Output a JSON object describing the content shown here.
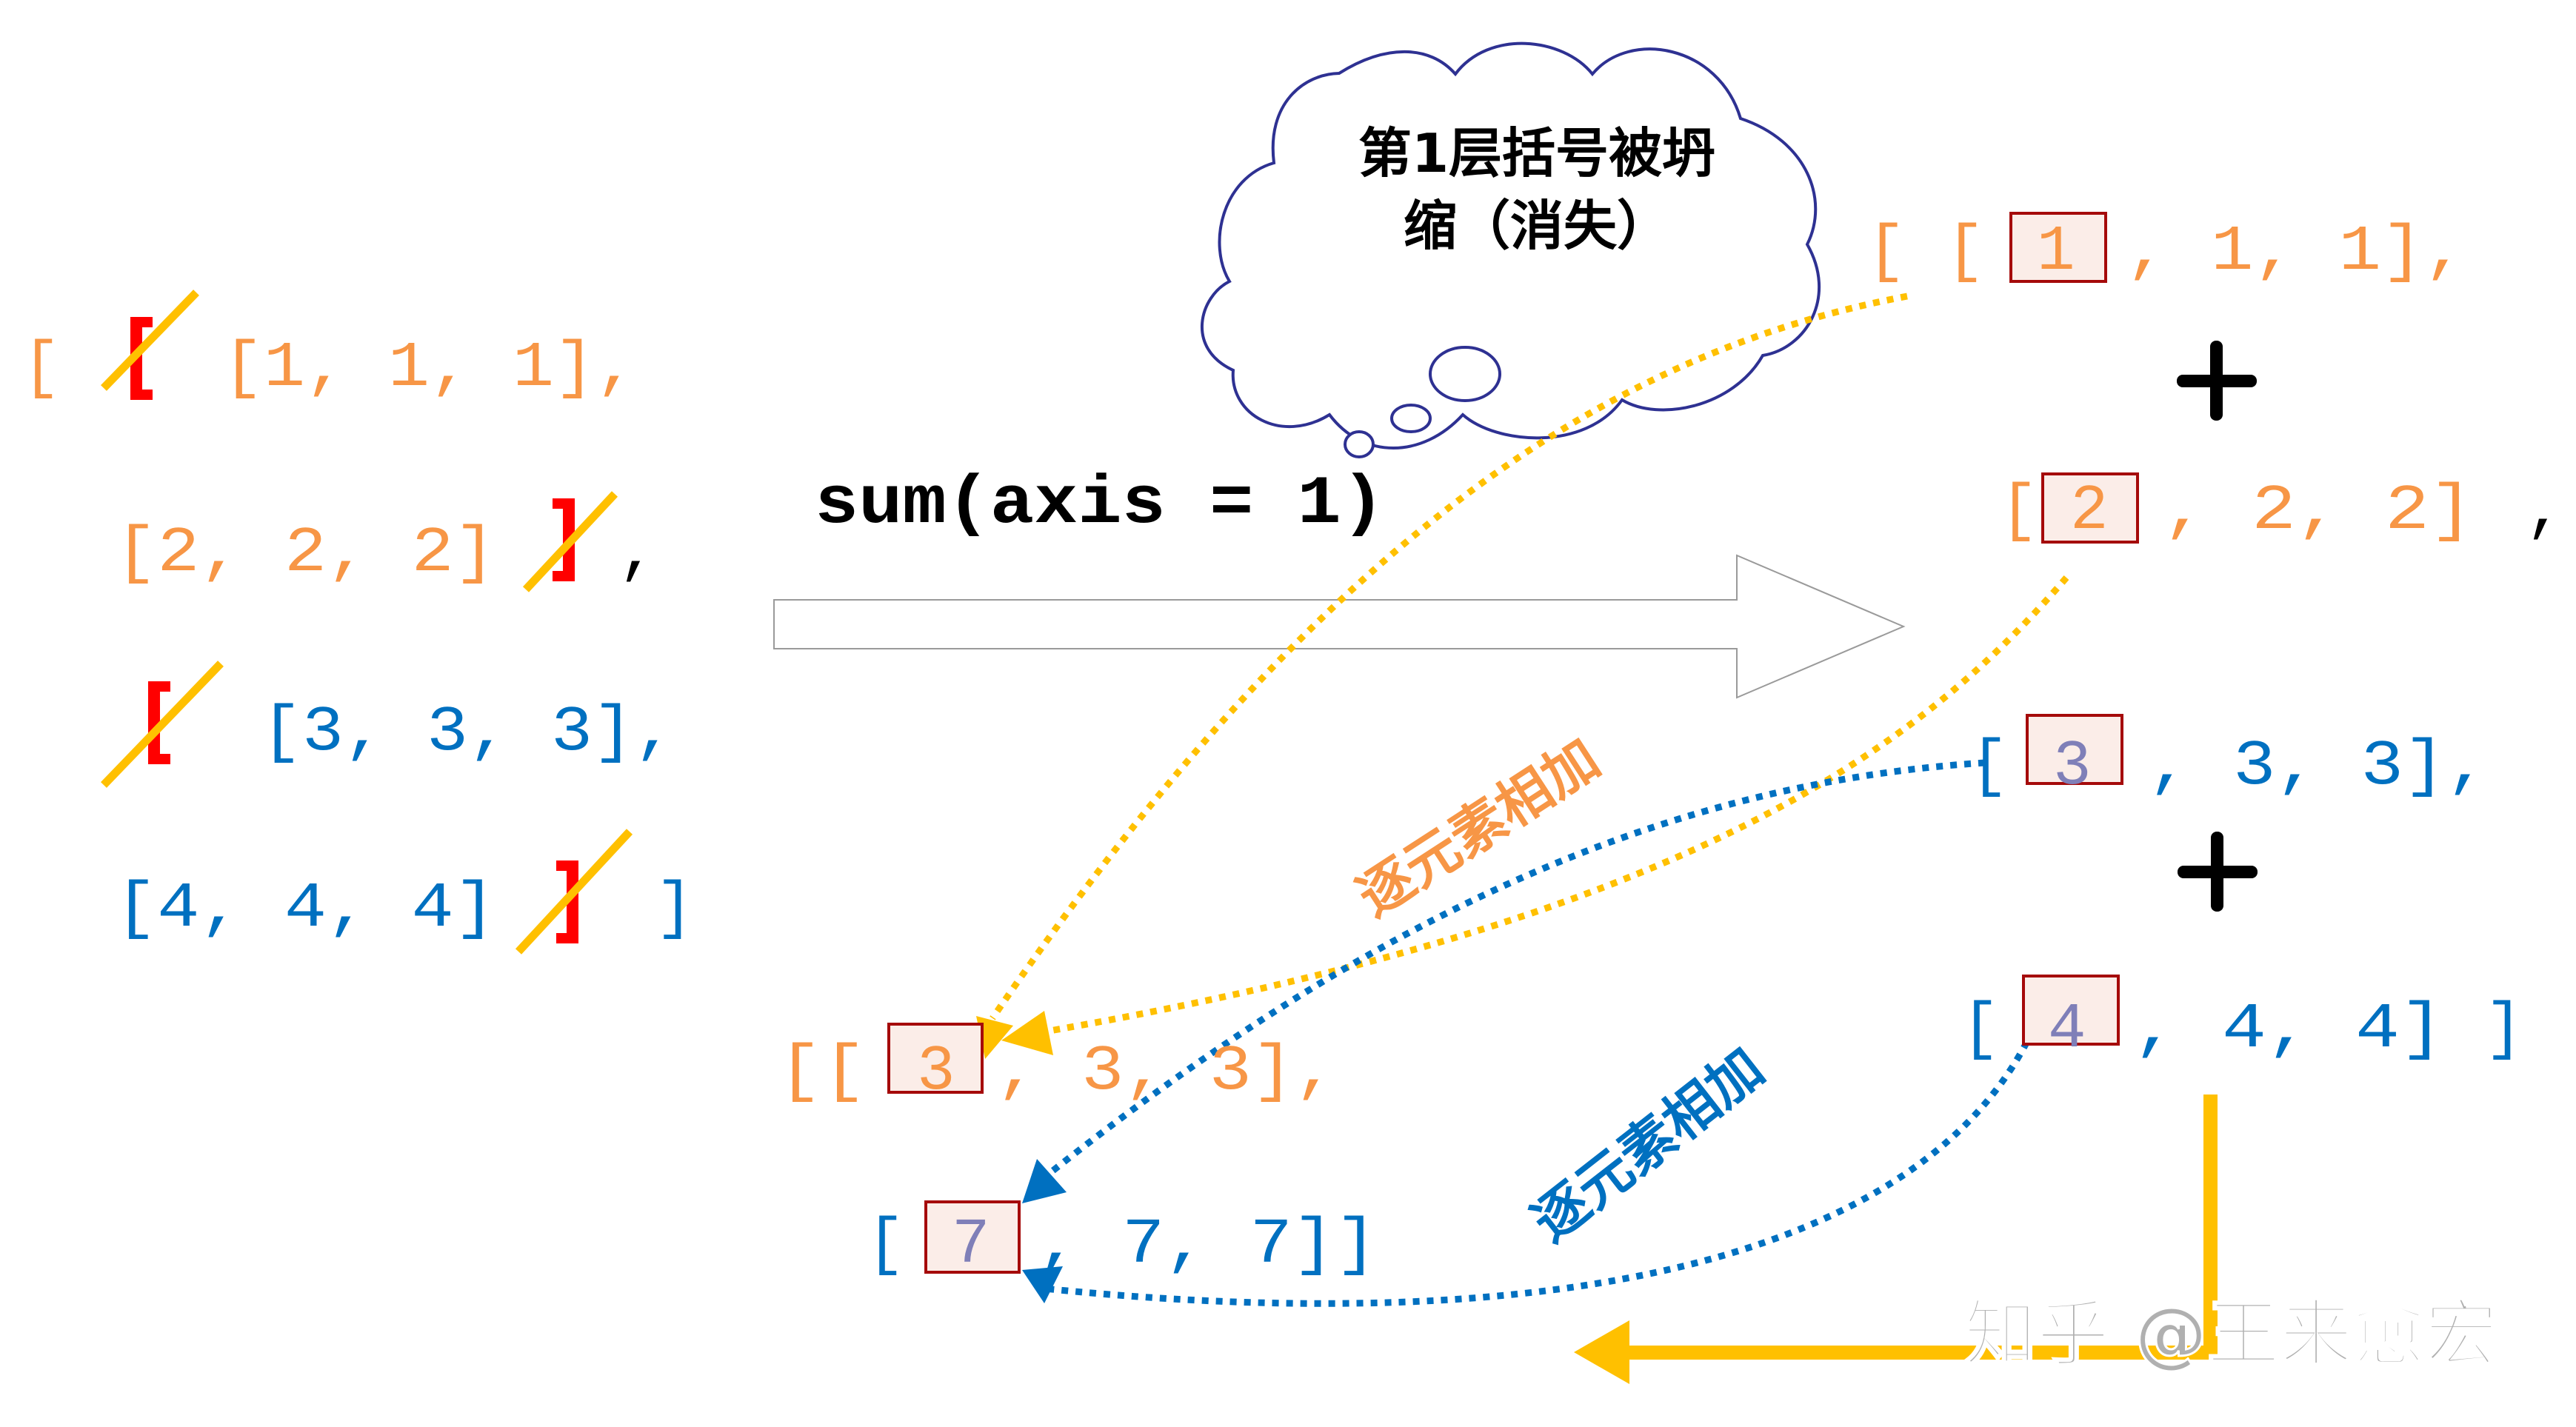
{
  "colors": {
    "orange": "#F79646",
    "blue": "#0070C0",
    "red_bracket": "#FF0000",
    "strike": "#FFC000",
    "cloud_stroke": "#2E3192",
    "highlight_box_stroke": "#A50A0A",
    "highlight_box_fill": "#FBEDE8",
    "highlight_digit": "#7F7FB8",
    "arrow_gold": "#FFC000",
    "watermark": "#B0B0B0"
  },
  "left_array": {
    "rows": [
      {
        "outer_open": "[",
        "inner_open": "[",
        "values": [
          "1",
          "1",
          "1"
        ],
        "suffix": "],",
        "color": "orange",
        "struck_bracket": "["
      },
      {
        "values": [
          "2",
          "2",
          "2"
        ],
        "suffix": "]",
        "color": "orange",
        "struck_bracket": "]",
        "trailing": ","
      },
      {
        "values": [
          "3",
          "3",
          "3"
        ],
        "suffix": "],",
        "color": "blue",
        "struck_bracket": "["
      },
      {
        "values": [
          "4",
          "4",
          "4"
        ],
        "suffix": "]",
        "color": "blue",
        "struck_bracket": "]",
        "outer_close": "]"
      }
    ]
  },
  "operation": {
    "label": "sum(axis = 1)",
    "arrow_icon": "right-arrow-icon"
  },
  "thought_bubble": {
    "line1": "第1层括号被坍",
    "line2": "缩（消失）"
  },
  "right_stack": {
    "row1": {
      "prefix": "[ [",
      "first": "1",
      "rest": ", 1, 1],",
      "color": "orange"
    },
    "plus1": "+",
    "row2": {
      "prefix": "[",
      "first": "2",
      "rest": ", 2, 2]",
      "trailing": ",",
      "color": "orange"
    },
    "row3": {
      "prefix": "[",
      "first": "3",
      "rest": ", 3, 3],",
      "color": "blue"
    },
    "plus2": "+",
    "row4": {
      "prefix": "[",
      "first": "4",
      "rest": ", 4, 4]",
      "close": "]",
      "color": "blue"
    }
  },
  "result": {
    "row1": {
      "prefix": "[[",
      "first": "3",
      "rest": ", 3, 3],",
      "color": "orange"
    },
    "row2": {
      "prefix": "[",
      "first": "7",
      "rest": ", 7, 7]]",
      "color": "blue"
    }
  },
  "annotations": {
    "orange_label": "逐元素相加",
    "blue_label": "逐元素相加"
  },
  "watermark": "知乎 @王来愈宏"
}
